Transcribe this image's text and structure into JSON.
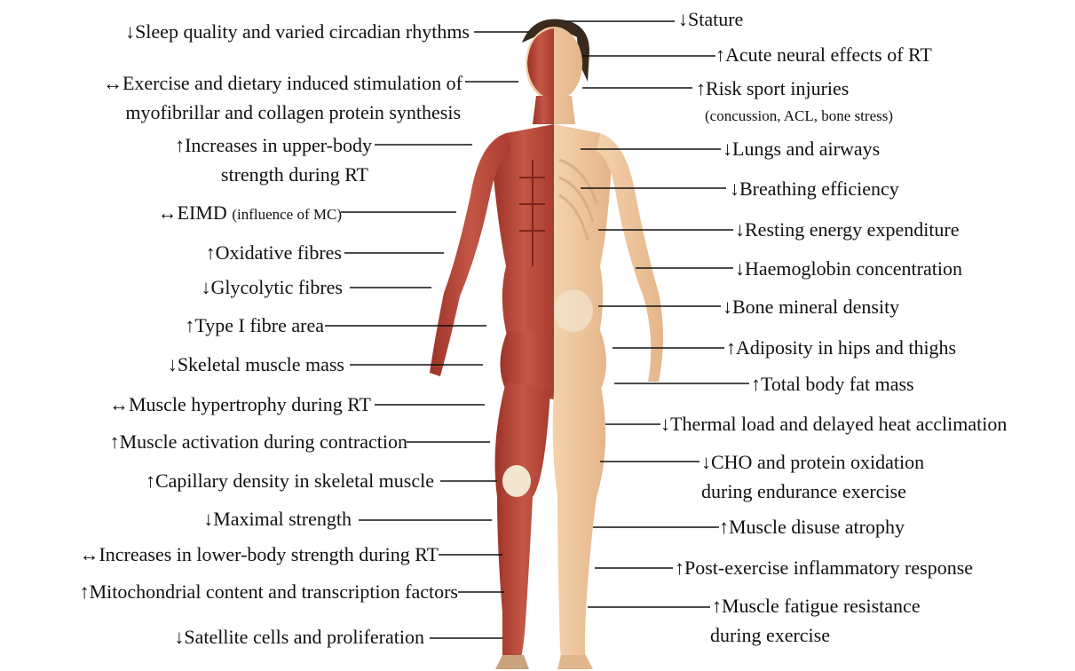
{
  "left_labels": [
    {
      "text": "↓Sleep quality and varied circadian rhythms"
    },
    {
      "text": "↔Exercise and dietary induced stimulation of"
    },
    {
      "text": "myofibrillar and collagen protein synthesis"
    },
    {
      "text": "↑Increases in upper-body"
    },
    {
      "text": "strength during RT"
    },
    {
      "text": "↔EIMD ",
      "small": "(influence of MC)"
    },
    {
      "text": "↑Oxidative fibres"
    },
    {
      "text": "↓Glycolytic fibres"
    },
    {
      "text": "↑Type I fibre area"
    },
    {
      "text": "↓Skeletal muscle mass"
    },
    {
      "text": "↔Muscle hypertrophy during RT"
    },
    {
      "text": "↑Muscle activation during contraction"
    },
    {
      "text": "↑Capillary density in skeletal muscle"
    },
    {
      "text": "↓Maximal strength"
    },
    {
      "text": "↔Increases in lower-body strength during RT"
    },
    {
      "text": "↑Mitochondrial content and transcription factors"
    },
    {
      "text": "↓Satellite cells and proliferation"
    }
  ],
  "right_labels": [
    {
      "text": "↓Stature"
    },
    {
      "text": "↑Acute neural effects of RT"
    },
    {
      "text": "↑Risk sport injuries"
    },
    {
      "text": "(concussion, ACL, bone stress)"
    },
    {
      "text": "↓Lungs and airways"
    },
    {
      "text": "↓Breathing efficiency"
    },
    {
      "text": "↓Resting energy expenditure"
    },
    {
      "text": "↓Haemoglobin concentration"
    },
    {
      "text": "↓Bone mineral density"
    },
    {
      "text": "↑Adiposity in hips and thighs"
    },
    {
      "text": "↑Total body fat mass"
    },
    {
      "text": "↓Thermal load and delayed heat acclimation"
    },
    {
      "text": "↓CHO and protein oxidation"
    },
    {
      "text": "during endurance exercise"
    },
    {
      "text": "↑Muscle disuse atrophy"
    },
    {
      "text": "↑Post-exercise inflammatory response"
    },
    {
      "text": "↑Muscle fatigue resistance"
    },
    {
      "text": "during exercise"
    }
  ],
  "colors": {
    "muscle": "#b8453a",
    "muscle_dark": "#8e2f27",
    "skin": "#efc9a0",
    "bone": "#f2e6cf",
    "hair": "#3a2a1e",
    "text": "#111111"
  }
}
